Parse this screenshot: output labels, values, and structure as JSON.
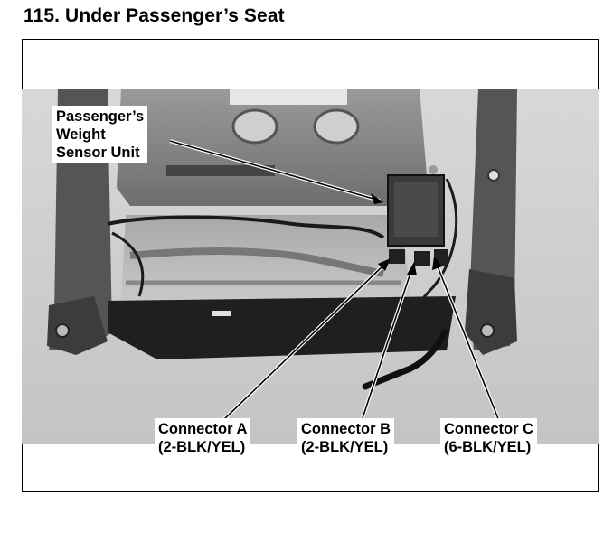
{
  "page": {
    "title": "115. Under Passenger’s Seat"
  },
  "figure": {
    "callouts": {
      "weight_sensor": {
        "lines": [
          "Passenger’s",
          "Weight",
          "Sensor Unit"
        ]
      },
      "connector_a": {
        "name": "Connector A",
        "spec": "(2-BLK/YEL)"
      },
      "connector_b": {
        "name": "Connector B",
        "spec": "(2-BLK/YEL)"
      },
      "connector_c": {
        "name": "Connector C",
        "spec": "(6-BLK/YEL)"
      }
    }
  }
}
